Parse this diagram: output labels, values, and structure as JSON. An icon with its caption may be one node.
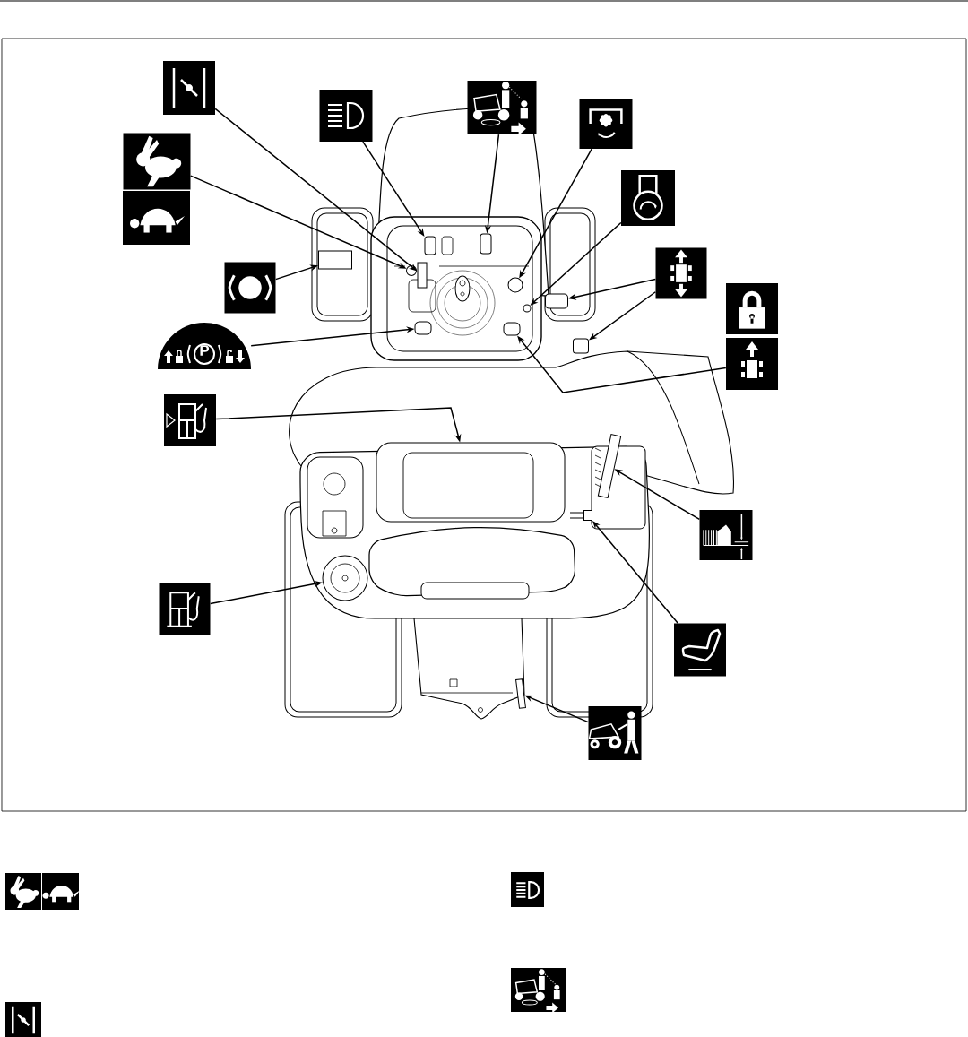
{
  "diagram": {
    "nodes": [
      {
        "text": [],
        "shape": "picture"
      },
      {
        "text": [],
        "shape": "picture"
      },
      {
        "text": [],
        "shape": "picture"
      },
      {
        "text": [],
        "shape": "picture"
      },
      {
        "text": [],
        "shape": "picture"
      },
      {
        "text": [],
        "shape": "picture"
      },
      {
        "text": [],
        "shape": "picture"
      },
      {
        "text": [],
        "shape": "picture"
      },
      {
        "text": [
          "P"
        ]
      },
      {
        "text": [],
        "shape": "picture"
      },
      {
        "text": [],
        "shape": "picture"
      },
      {
        "text": [],
        "shape": "picture"
      },
      {
        "text": [],
        "shape": "picture"
      },
      {
        "text": [],
        "shape": "picture"
      },
      {
        "text": [],
        "shape": "picture"
      },
      {
        "text": [],
        "shape": "box"
      },
      {
        "text": [],
        "shape": "circle"
      },
      {
        "text": [],
        "shape": "box"
      },
      {
        "text": [],
        "shape": "box"
      },
      {
        "text": [],
        "shape": "circle"
      },
      {
        "text": [],
        "shape": "circle"
      },
      {
        "text": [],
        "shape": "box"
      },
      {
        "text": [],
        "shape": "box"
      },
      {
        "text": [],
        "shape": "box"
      },
      {
        "text": [],
        "shape": "box"
      },
      {
        "text": [],
        "shape": "box"
      },
      {
        "text": [],
        "shape": "box"
      },
      {
        "text": [],
        "shape": "box"
      },
      {
        "text": [],
        "shape": "circle"
      },
      {
        "text": [],
        "shape": "box"
      },
      {
        "text": [],
        "shape": "box"
      }
    ],
    "edges": [
      {
        "from": 0,
        "to": 15,
        "arrow": "to"
      },
      {
        "from": 1,
        "to": 17,
        "arrow": "to"
      },
      {
        "from": 2,
        "to": 18,
        "arrow": "to"
      },
      {
        "from": 3,
        "to": 19,
        "arrow": "to"
      },
      {
        "from": 4,
        "to": 16,
        "arrow": "to"
      },
      {
        "from": 5,
        "to": 20,
        "arrow": "to"
      },
      {
        "from": 6,
        "to": 21,
        "arrow": "to"
      },
      {
        "from": 6,
        "to": 22,
        "arrow": "to"
      },
      {
        "from": 7,
        "to": 23,
        "arrow": "to"
      },
      {
        "from": 8,
        "to": 24,
        "arrow": "to"
      },
      {
        "from": 9,
        "to": 25,
        "arrow": "to"
      },
      {
        "from": 10,
        "to": 26,
        "arrow": "to"
      },
      {
        "from": 11,
        "to": 27,
        "arrow": "to"
      },
      {
        "from": 12,
        "to": 28,
        "arrow": "to"
      },
      {
        "from": 13,
        "to": 29,
        "arrow": "to"
      },
      {
        "from": 14,
        "to": 30,
        "arrow": "to"
      }
    ]
  }
}
